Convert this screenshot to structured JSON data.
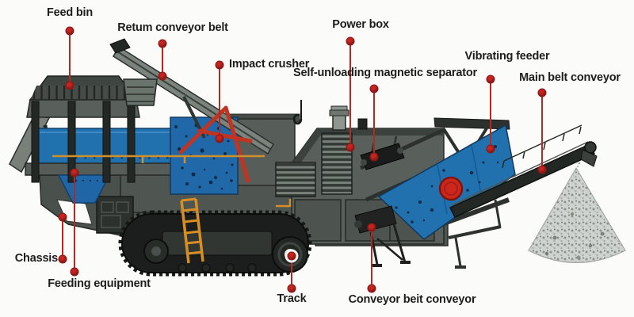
{
  "diagram": {
    "subject": "mobile impact crusher plant",
    "labels": {
      "feed_bin": "Feed bin",
      "return_conveyor_belt": "Retum conveyor belt",
      "impact_crusher": "Impact crusher",
      "power_box": "Power box",
      "magnetic_separator": "Self-unloading magnetic separator",
      "vibrating_feeder": "Vibrating feeder",
      "main_belt_conveyor": "Main belt conveyor",
      "chassis": "Chassis",
      "feeding_equipment": "Feeding equipment",
      "track": "Track",
      "conveyor_belt_conveyor": "Conveyor beit conveyor"
    },
    "colors": {
      "callout_red": "#c42522",
      "callout_line": "#b22a24",
      "machine_blue": "#2171ae",
      "machine_gray": "#59605b",
      "frame_red": "#c23422",
      "ladder_orange": "#d78f25",
      "track_dark": "#1b1e1c",
      "pile_gray": "#cfd3cf",
      "background": "#fbfbfa"
    }
  }
}
